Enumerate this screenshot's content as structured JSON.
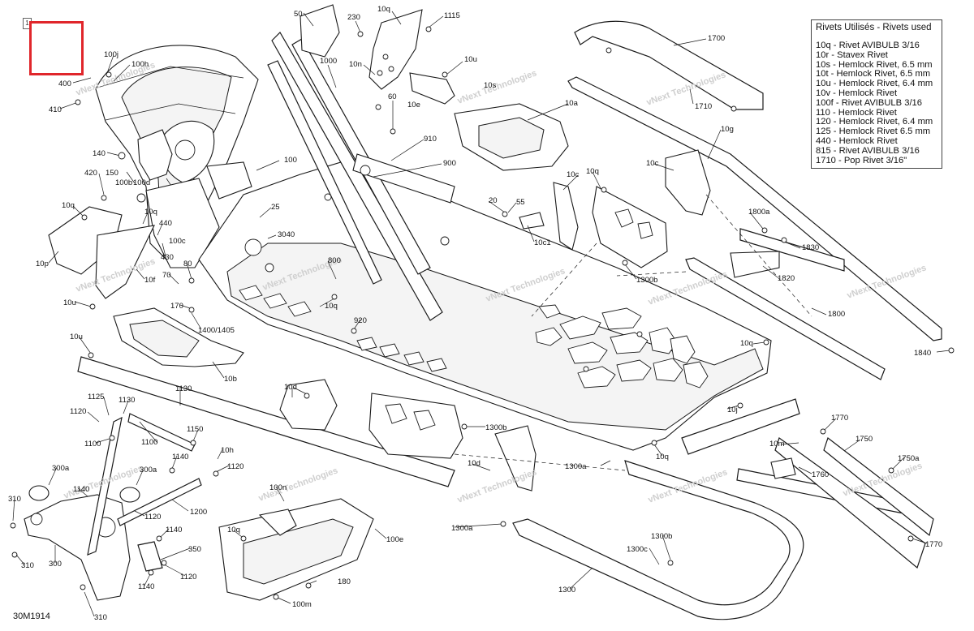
{
  "legend": {
    "title": "Rivets Utilisés - Rivets used",
    "items": [
      "10q - Rivet AVIBULB 3/16",
      "10r - Stavex Rivet",
      "10s - Hemlock Rivet, 6.5 mm",
      "10t - Hemlock Rivet, 6.5 mm",
      "10u - Hemlock Rivet, 6.4 mm",
      "10v - Hemlock Rivet",
      "100f - Rivet AVIBULB 3/16",
      "110 - Hemlock Rivet",
      "120 - Hemlock Rivet, 6.4 mm",
      "125 - Hemlock Rivet 6.5 mm",
      "440 - Hemlock Rivet",
      "815 - Rivet AVIBULB 3/16",
      "1710 - Pop Rivet 3/16\""
    ]
  },
  "doc_code": "30M1914",
  "page_marker": "1",
  "watermark": "vNext Technologies",
  "highlight_color": "#e0262b",
  "callouts": [
    {
      "id": "c50",
      "text": "50"
    },
    {
      "id": "c230",
      "text": "230"
    },
    {
      "id": "c10q_a",
      "text": "10q"
    },
    {
      "id": "c1115",
      "text": "1115"
    },
    {
      "id": "c1000",
      "text": "1000"
    },
    {
      "id": "c10n",
      "text": "10n"
    },
    {
      "id": "c10u_a",
      "text": "10u"
    },
    {
      "id": "c10s",
      "text": "10s"
    },
    {
      "id": "c60",
      "text": "60"
    },
    {
      "id": "c10e",
      "text": "10e"
    },
    {
      "id": "c10a",
      "text": "10a"
    },
    {
      "id": "c1700",
      "text": "1700"
    },
    {
      "id": "c1710",
      "text": "1710"
    },
    {
      "id": "c10g",
      "text": "10g"
    },
    {
      "id": "c100j",
      "text": "100j"
    },
    {
      "id": "c100h",
      "text": "100h"
    },
    {
      "id": "c400",
      "text": "400"
    },
    {
      "id": "c410",
      "text": "410"
    },
    {
      "id": "c140",
      "text": "140"
    },
    {
      "id": "c150",
      "text": "150"
    },
    {
      "id": "c420",
      "text": "420"
    },
    {
      "id": "c100b",
      "text": "100b"
    },
    {
      "id": "c100d",
      "text": "100d"
    },
    {
      "id": "c100",
      "text": "100"
    },
    {
      "id": "c910",
      "text": "910"
    },
    {
      "id": "c900",
      "text": "900"
    },
    {
      "id": "c10c_a",
      "text": "10c"
    },
    {
      "id": "c10q_b",
      "text": "10q"
    },
    {
      "id": "c10c_b",
      "text": "10c"
    },
    {
      "id": "c10q_c",
      "text": "10q"
    },
    {
      "id": "c10q_d",
      "text": "10q"
    },
    {
      "id": "c440",
      "text": "440"
    },
    {
      "id": "c100c",
      "text": "100c"
    },
    {
      "id": "c25",
      "text": "25"
    },
    {
      "id": "c3040",
      "text": "3040"
    },
    {
      "id": "c20",
      "text": "20"
    },
    {
      "id": "c55",
      "text": "55"
    },
    {
      "id": "c10c1",
      "text": "10c1"
    },
    {
      "id": "c1800a",
      "text": "1800a"
    },
    {
      "id": "c1830",
      "text": "1830"
    },
    {
      "id": "c10p",
      "text": "10p"
    },
    {
      "id": "c430",
      "text": "430"
    },
    {
      "id": "c80",
      "text": "80"
    },
    {
      "id": "c800",
      "text": "800"
    },
    {
      "id": "c1300b_a",
      "text": "1300b"
    },
    {
      "id": "c1820",
      "text": "1820"
    },
    {
      "id": "c70",
      "text": "70"
    },
    {
      "id": "c10f",
      "text": "10f"
    },
    {
      "id": "c10u_b",
      "text": "10u"
    },
    {
      "id": "c170",
      "text": "170"
    },
    {
      "id": "c10q_e",
      "text": "10q"
    },
    {
      "id": "c920",
      "text": "920"
    },
    {
      "id": "c1800",
      "text": "1800"
    },
    {
      "id": "c1400",
      "text": "1400/1405"
    },
    {
      "id": "c10q_f",
      "text": "10q"
    },
    {
      "id": "c1840",
      "text": "1840"
    },
    {
      "id": "c10u_c",
      "text": "10u"
    },
    {
      "id": "c10b",
      "text": "10b"
    },
    {
      "id": "c10d_a",
      "text": "10d"
    },
    {
      "id": "c10j",
      "text": "10j"
    },
    {
      "id": "c1130_a",
      "text": "1130"
    },
    {
      "id": "c1125",
      "text": "1125"
    },
    {
      "id": "c1130_b",
      "text": "1130"
    },
    {
      "id": "c1120_a",
      "text": "1120"
    },
    {
      "id": "c1100_a",
      "text": "1100"
    },
    {
      "id": "c1100_b",
      "text": "1100"
    },
    {
      "id": "c1150",
      "text": "1150"
    },
    {
      "id": "c10h",
      "text": "10h"
    },
    {
      "id": "c1300b_b",
      "text": "1300b"
    },
    {
      "id": "c1770_a",
      "text": "1770"
    },
    {
      "id": "c1750",
      "text": "1750"
    },
    {
      "id": "c10m",
      "text": "10m"
    },
    {
      "id": "c10d_b",
      "text": "10d"
    },
    {
      "id": "c10q_g",
      "text": "10q"
    },
    {
      "id": "c1300a_a",
      "text": "1300a"
    },
    {
      "id": "c1760",
      "text": "1760"
    },
    {
      "id": "c1750a",
      "text": "1750a"
    },
    {
      "id": "c300a_a",
      "text": "300a"
    },
    {
      "id": "c300a_b",
      "text": "300a"
    },
    {
      "id": "c1140_a",
      "text": "1140"
    },
    {
      "id": "c1120_b",
      "text": "1120"
    },
    {
      "id": "c1140_b",
      "text": "1140"
    },
    {
      "id": "c310_a",
      "text": "310"
    },
    {
      "id": "c1200",
      "text": "1200"
    },
    {
      "id": "c100n",
      "text": "100n"
    },
    {
      "id": "c1120_c",
      "text": "1120"
    },
    {
      "id": "c300",
      "text": "300"
    },
    {
      "id": "c1140_c",
      "text": "1140"
    },
    {
      "id": "c350",
      "text": "350"
    },
    {
      "id": "c310_b",
      "text": "310"
    },
    {
      "id": "c1120_d",
      "text": "1120"
    },
    {
      "id": "c10q_h",
      "text": "10q"
    },
    {
      "id": "c100e",
      "text": "100e"
    },
    {
      "id": "c1300a_b",
      "text": "1300a"
    },
    {
      "id": "c1300b_c",
      "text": "1300b"
    },
    {
      "id": "c1300c",
      "text": "1300c"
    },
    {
      "id": "c1770_b",
      "text": "1770"
    },
    {
      "id": "c1140_d",
      "text": "1140"
    },
    {
      "id": "c180",
      "text": "180"
    },
    {
      "id": "c1300",
      "text": "1300"
    },
    {
      "id": "c100m",
      "text": "100m"
    },
    {
      "id": "c310_c",
      "text": "310"
    }
  ]
}
